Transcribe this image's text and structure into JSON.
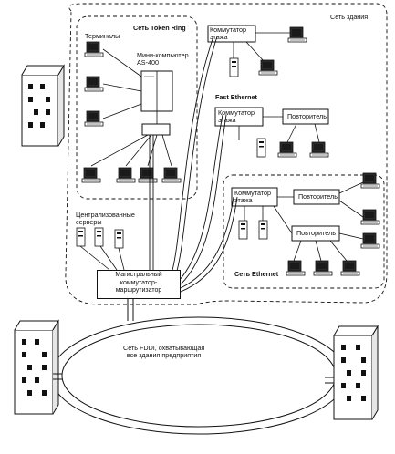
{
  "labels": {
    "token_ring": "Сеть Token Ring",
    "building_net": "Сеть здания",
    "terminals": "Терминалы",
    "mini_computer": "Мини-компьютер\nAS-400",
    "floor_switch_top": "Коммутатор\nэтажа",
    "fast_ethernet": "Fast Ethernet",
    "floor_switch_mid": "Коммутатор\nэтажа",
    "repeater_mid": "Повторитель",
    "floor_switch_low": "Коммутатор\nэтажа",
    "repeater_low1": "Повторитель",
    "repeater_low2": "Повторитель",
    "ethernet": "Сеть Ethernet",
    "central_servers": "Централизованные\nсерверы",
    "backbone_router": "Магистральный\nкоммутатор-\nмаршрутизатор",
    "fddi": "Сеть FDDI, охватывающая\nвсе здания предприятия"
  },
  "colors": {
    "ink": "#111111",
    "paper": "#ffffff",
    "dark": "#2a2a2a"
  }
}
